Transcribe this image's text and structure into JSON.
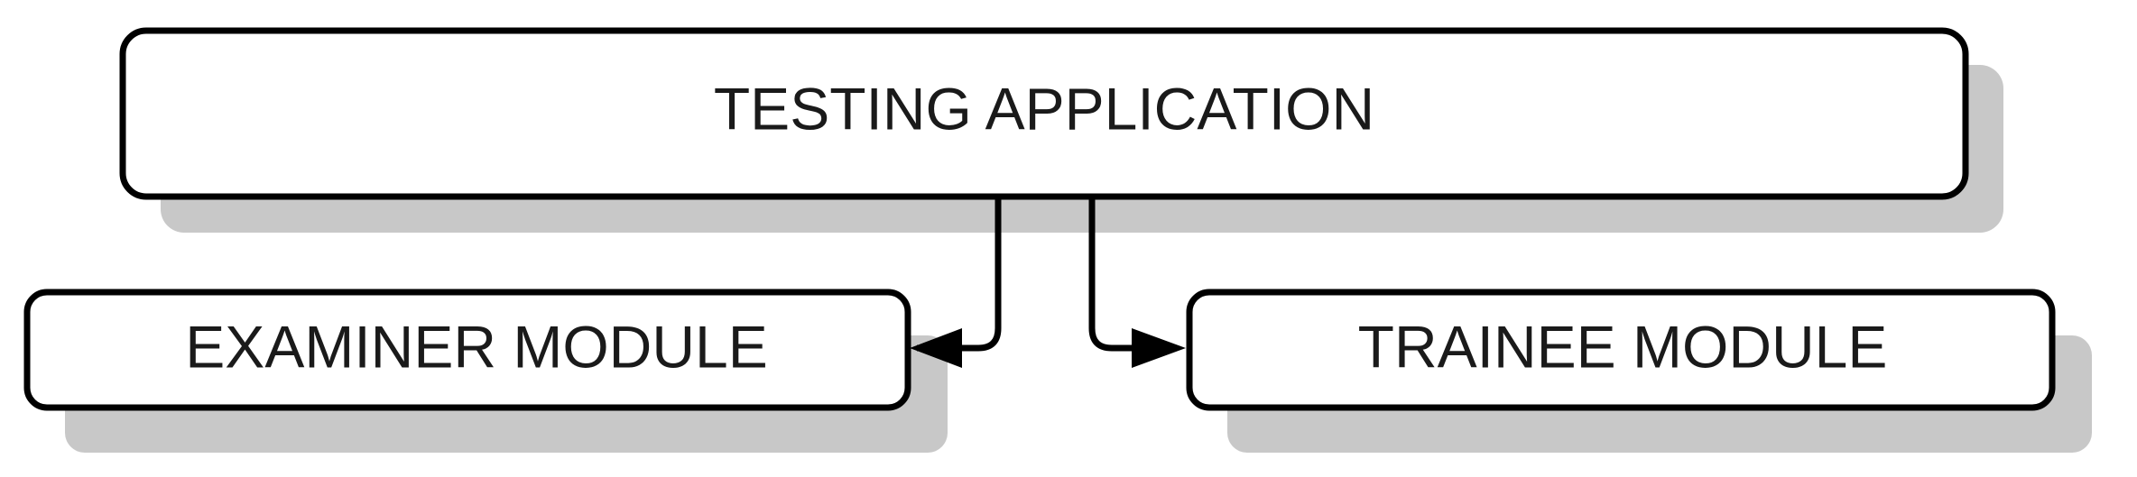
{
  "diagram": {
    "root": {
      "label": "TESTING APPLICATION"
    },
    "children": [
      {
        "label": "EXAMINER MODULE"
      },
      {
        "label": "TRAINEE MODULE"
      }
    ]
  },
  "colors": {
    "box_fill": "#ffffff",
    "box_stroke": "#000000",
    "shadow": "#c8c8c8",
    "text": "#1a1a1a",
    "connector": "#000000"
  }
}
